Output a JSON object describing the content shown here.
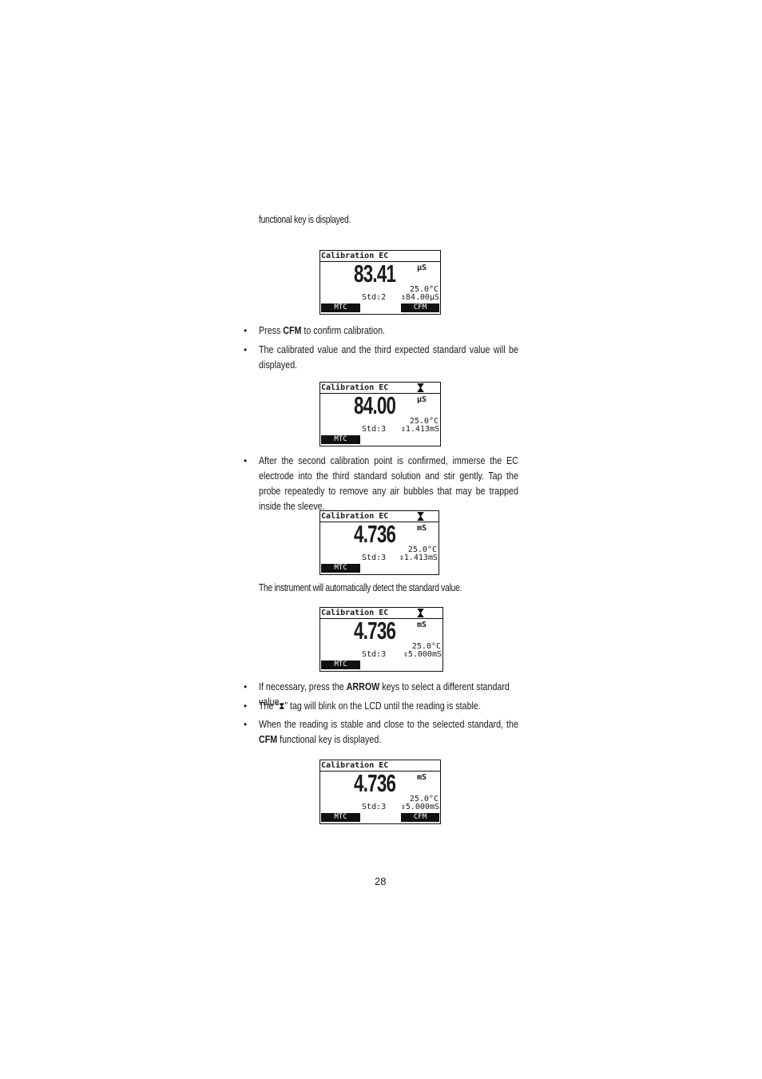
{
  "intro_text": "functional key is displayed.",
  "screens": [
    {
      "title": "Calibration EC",
      "value": "83.41",
      "unit": "µS",
      "temp": "25.0°C",
      "std": "Std:2",
      "expected": "⇕84.00µS",
      "left_key": "MTC",
      "right_key": "CFM",
      "hourglass": false
    },
    {
      "title": "Calibration EC",
      "value": "84.00",
      "unit": "µS",
      "temp": "25.0°C",
      "std": "Std:3",
      "expected": "⇕1.413mS",
      "left_key": "MTC",
      "right_key": "",
      "hourglass": true
    },
    {
      "title": "Calibration EC",
      "value": "4.736",
      "unit": "mS",
      "temp": "25.0°C",
      "std": "Std:3",
      "expected": "⇕1.413mS",
      "left_key": "MTC",
      "right_key": "",
      "hourglass": true
    },
    {
      "title": "Calibration EC",
      "value": "4.736",
      "unit": "mS",
      "temp": "25.0°C",
      "std": "Std:3",
      "expected": "⇕5.000mS",
      "left_key": "MTC",
      "right_key": "",
      "hourglass": true
    },
    {
      "title": "Calibration EC",
      "value": "4.736",
      "unit": "mS",
      "temp": "25.0°C",
      "std": "Std:3",
      "expected": "⇕5.000mS",
      "left_key": "MTC",
      "right_key": "CFM",
      "hourglass": false
    }
  ],
  "bullets": {
    "press_cfm": {
      "pre": "Press ",
      "key": "CFM",
      "post": " to confirm calibration."
    },
    "calibrated_value": "The calibrated value and the third expected standard value will be displayed.",
    "after_second": "After the second calibration point is confirmed, immerse the EC electrode into the third standard solution and stir gently. Tap the probe repeatedly to remove any air bubbles that may be trapped inside the sleeve.",
    "if_necessary": {
      "pre": "If necessary, press the ",
      "key": "ARROW",
      "post": " keys to select a different standard value."
    },
    "tag_blink": "The “⧗” tag will blink on the LCD until the reading is stable.",
    "when_stable": {
      "pre": "When the reading is stable and close to the selected standard, the ",
      "key": "CFM",
      "post": " functional key is displayed."
    }
  },
  "auto_detect_text": "The instrument will automatically detect the standard value.",
  "page_number": "28"
}
